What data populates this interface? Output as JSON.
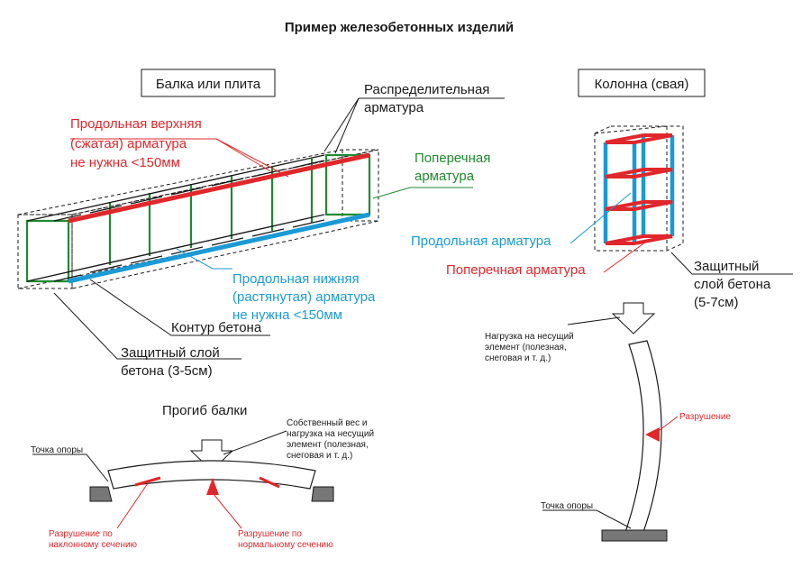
{
  "title": "Пример железобетонных изделий",
  "colors": {
    "red": "#e0272b",
    "blue": "#1b9ad6",
    "green": "#1f8a2e",
    "black": "#1a1a1a"
  },
  "beam": {
    "box_label": "Балка или плита",
    "top_rebar": [
      "Продольная верхняя",
      "(сжатая) арматура",
      "не нужна <150мм"
    ],
    "distrib": [
      "Распределительная",
      "арматура"
    ],
    "transverse": [
      "Поперечная",
      "арматура"
    ],
    "bottom_rebar": [
      "Продольная нижняя",
      "(растянутая) арматура",
      "не нужна <150мм"
    ],
    "contour": "Контур бетона",
    "cover": [
      "Защитный слой",
      "бетона (3-5см)"
    ]
  },
  "column": {
    "box_label": "Колонна (свая)",
    "longitudinal": "Продольная арматура",
    "transverse": "Поперечная арматура",
    "cover": [
      "Защитный",
      "слой бетона",
      "(5-7см)"
    ]
  },
  "deflection": {
    "title": "Прогиб балки",
    "load": [
      "Собственный вес и",
      "нагрузка на несущий",
      "элемент (полезная,",
      "снеговая и т. д.)"
    ],
    "support": "Точка опоры",
    "fail_inclined": [
      "Разрушение по",
      "наклонному сечению"
    ],
    "fail_normal": [
      "Разрушение по",
      "нормальному сечению"
    ]
  },
  "buckling": {
    "load": [
      "Нагрузка на несущий",
      "элемент (полезная,",
      "снеговая и т. д.)"
    ],
    "failure": "Разрушение",
    "support": "Точка опоры"
  }
}
